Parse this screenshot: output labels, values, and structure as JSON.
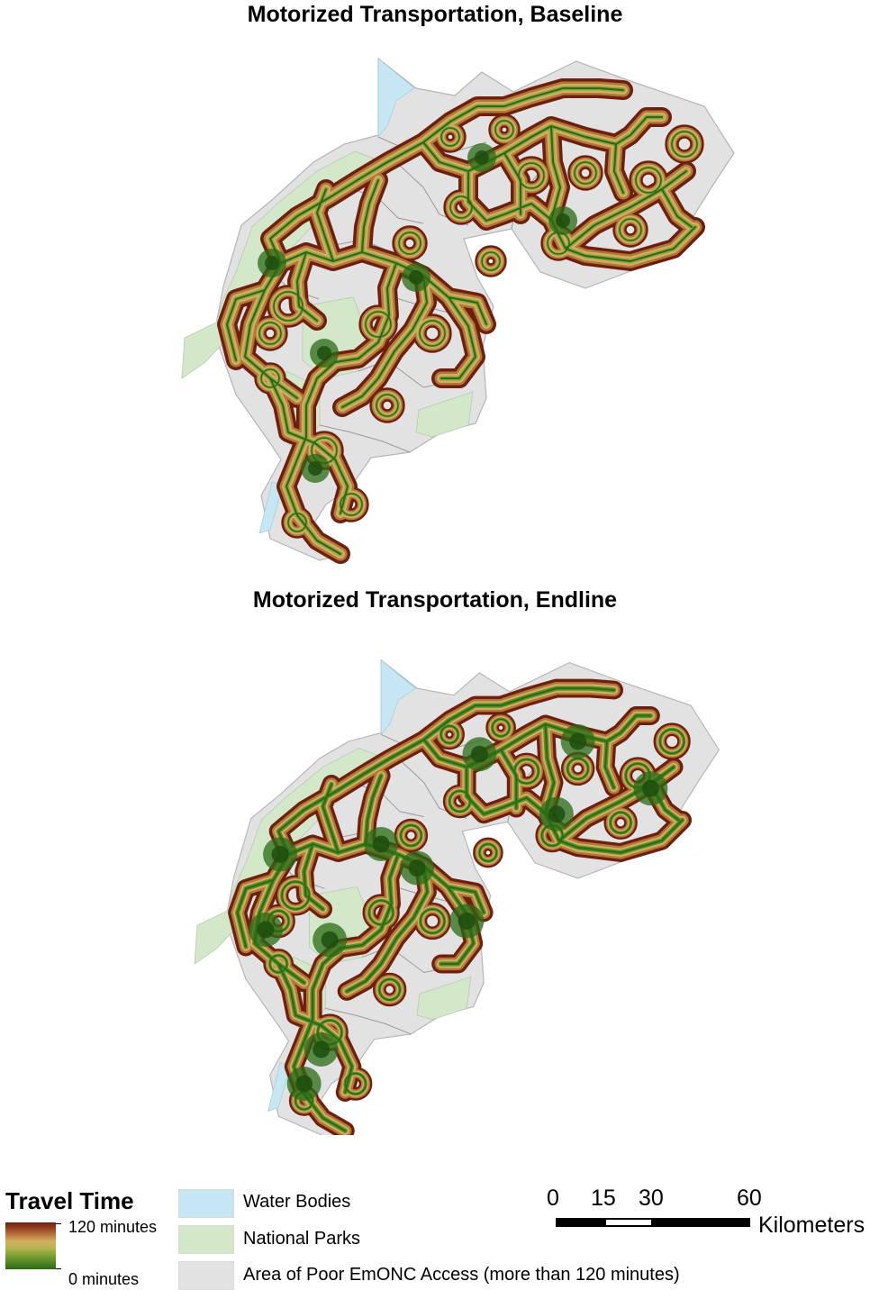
{
  "maps": [
    {
      "title": "Motorized Transportation, Baseline"
    },
    {
      "title": "Motorized Transportation, Endline"
    }
  ],
  "legend": {
    "travel_time": {
      "heading": "Travel Time",
      "max_label": "120 minutes",
      "min_label": "0 minutes",
      "colors": [
        "#6e1f10",
        "#d4ad60",
        "#2a6b15"
      ]
    },
    "categories": [
      {
        "label": "Water Bodies",
        "color": "#c5e6f2"
      },
      {
        "label": "National Parks",
        "color": "#d2e8c8"
      },
      {
        "label": "Area of Poor EmONC Access (more than 120 minutes)",
        "color": "#e2e2e2"
      }
    ]
  },
  "scale_bar": {
    "ticks": [
      "0",
      "15",
      "30",
      "60"
    ],
    "unit": "Kilometers"
  }
}
